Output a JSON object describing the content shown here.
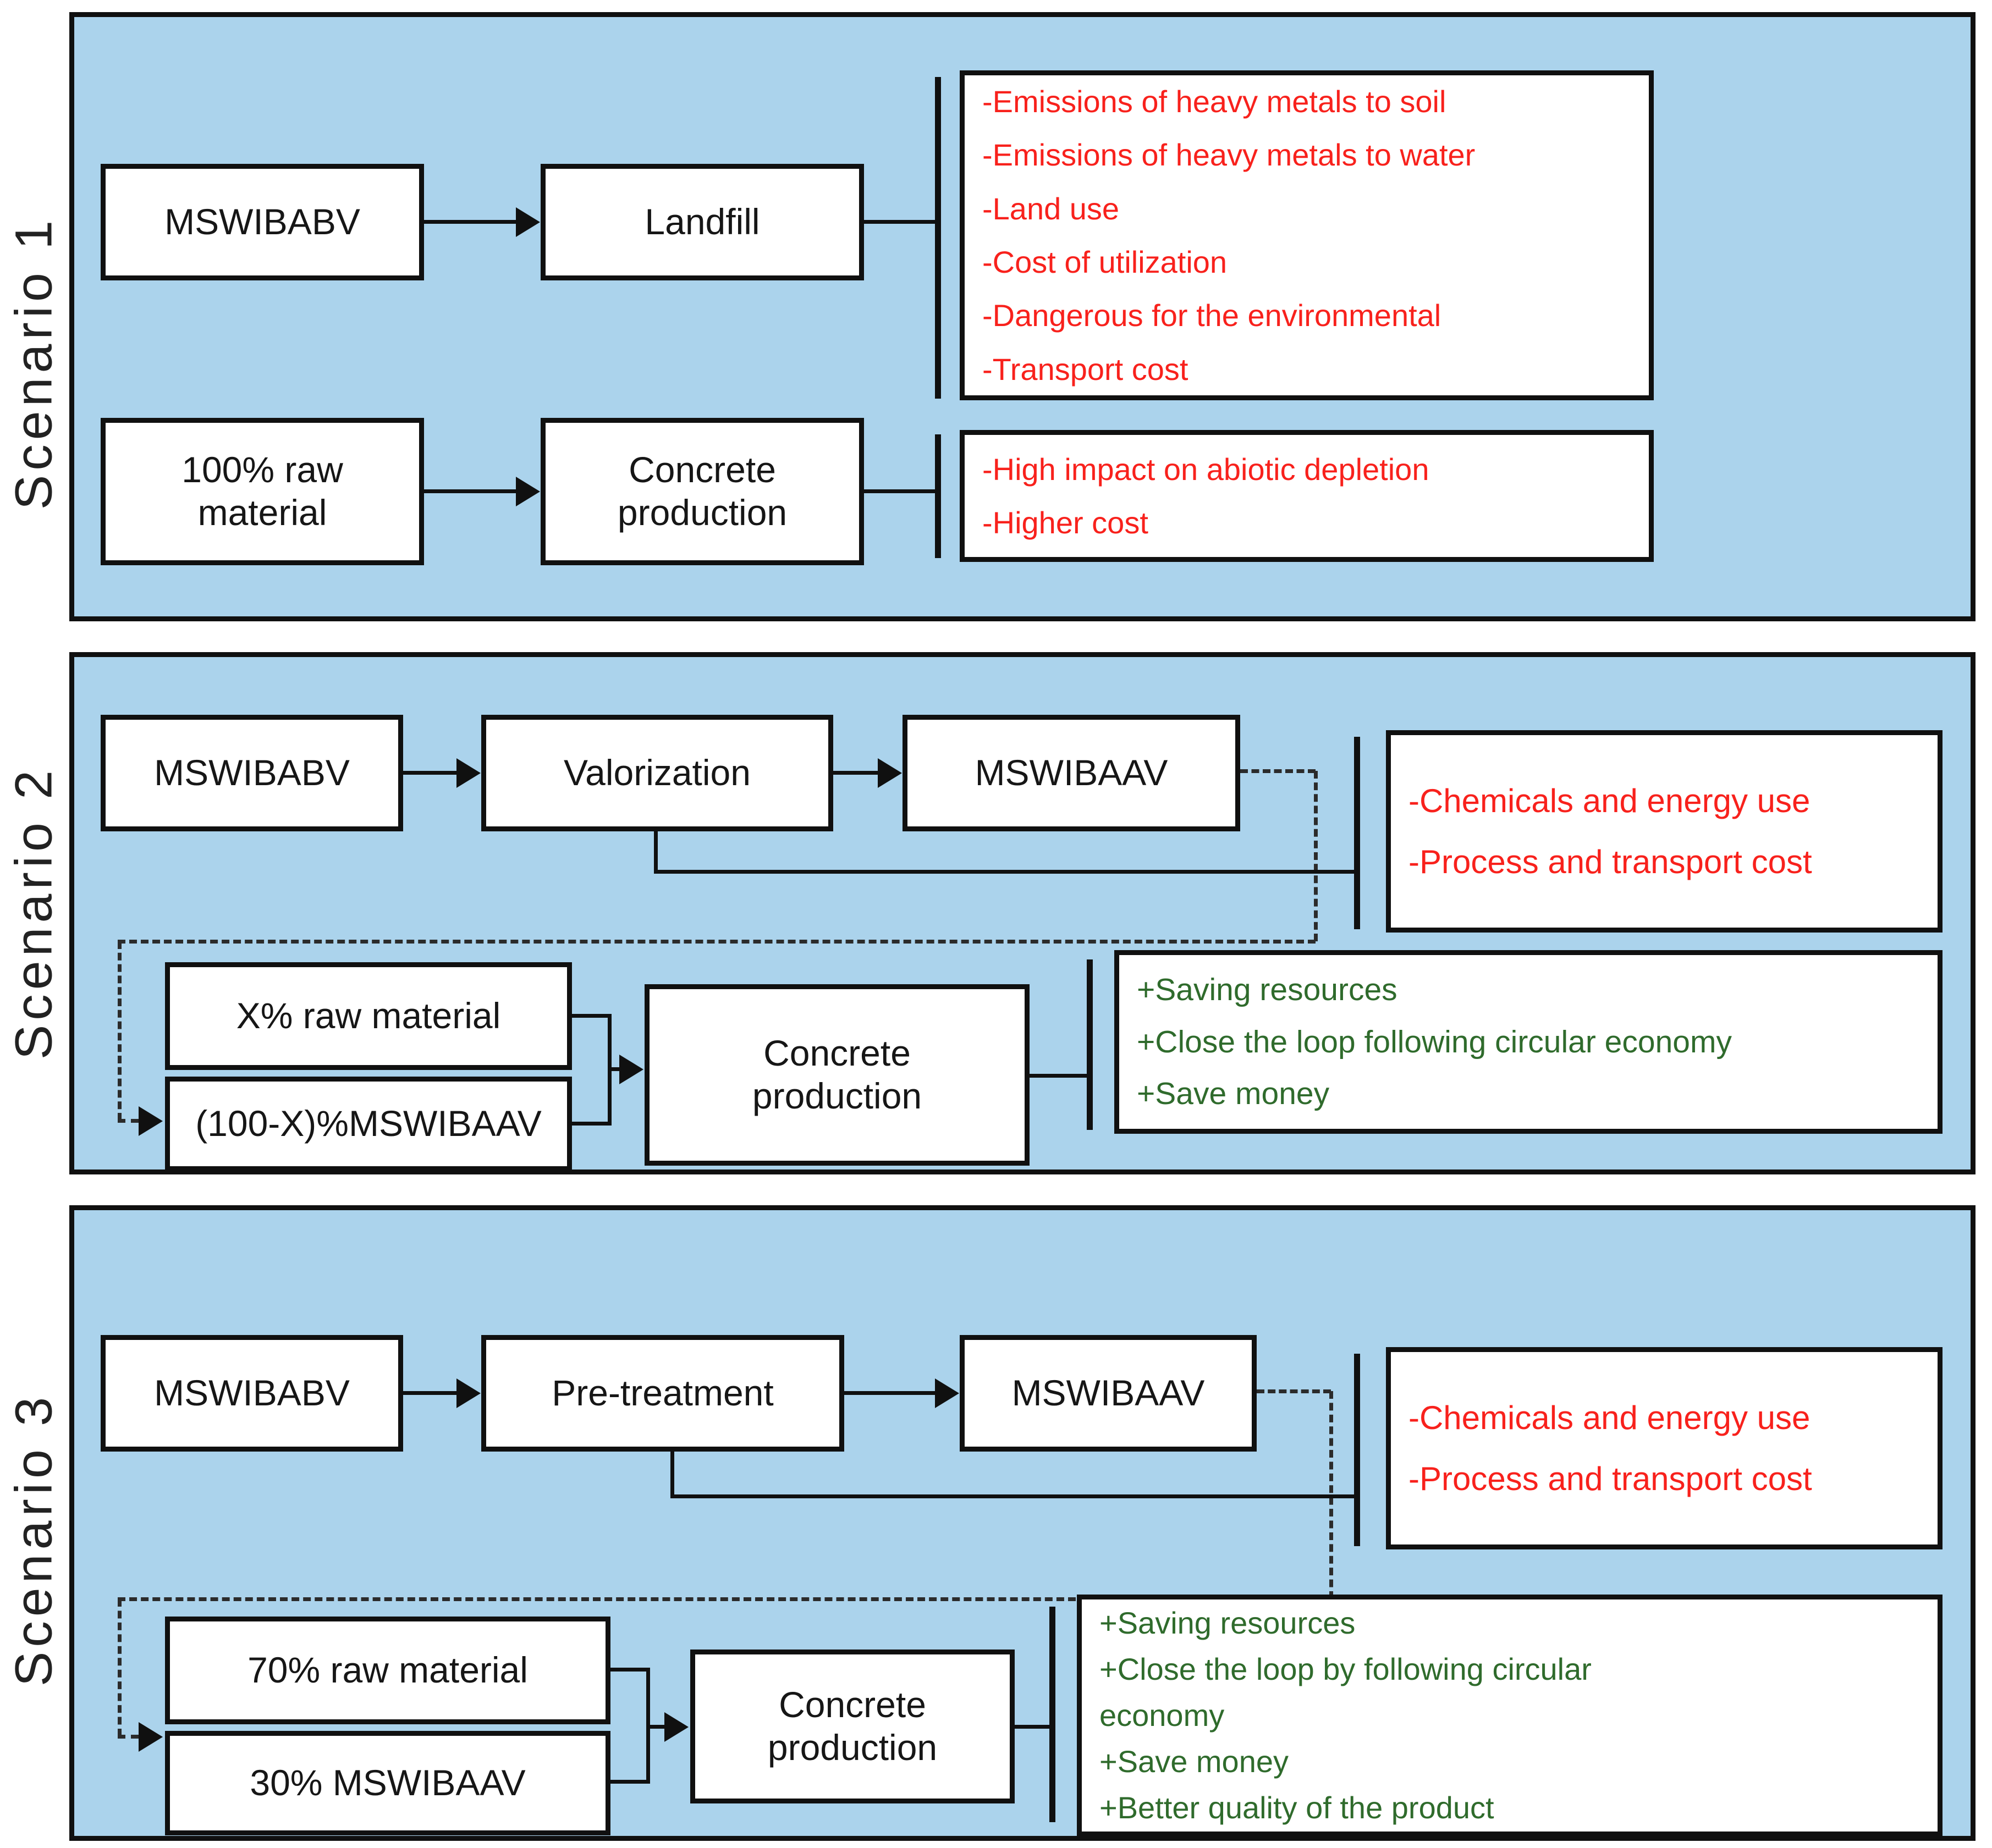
{
  "colors": {
    "panel_bg": "#abd3ec",
    "line_and_border": "#101010",
    "negative_text": "#f8211c",
    "positive_text": "#2f6b2c"
  },
  "scenario1": {
    "label": "Scenario 1",
    "mswibabv": "MSWIBABV",
    "landfill": "Landfill",
    "raw_material": "100% raw material",
    "concrete": "Concrete production",
    "landfill_impacts": [
      "-Emissions of heavy metals to soil",
      "-Emissions of heavy metals to water",
      "-Land use",
      "-Cost of utilization",
      "-Dangerous for the environmental",
      "-Transport cost"
    ],
    "concrete_impacts": [
      "-High impact on abiotic depletion",
      "-Higher cost"
    ]
  },
  "scenario2": {
    "label": "Scenario 2",
    "mswibabv": "MSWIBABV",
    "valorization": "Valorization",
    "mswibaav": "MSWIBAAV",
    "raw_material": "X% raw material",
    "mswibaav_share": "(100-X)%MSWIBAAV",
    "concrete": "Concrete production",
    "drawbacks": [
      "-Chemicals and energy use",
      "-Process and transport cost"
    ],
    "benefits": [
      "+Saving resources",
      "+Close the loop following circular economy",
      "+Save money"
    ]
  },
  "scenario3": {
    "label": "Scenario 3",
    "mswibabv": "MSWIBABV",
    "pretreatment": "Pre-treatment",
    "mswibaav": "MSWIBAAV",
    "raw_material": "70% raw material",
    "mswibaav_share": "30% MSWIBAAV",
    "concrete": "Concrete production",
    "drawbacks": [
      "-Chemicals and energy use",
      "-Process and transport cost"
    ],
    "benefits": [
      "+Saving resources",
      "+Close the loop by following circular economy",
      "+Save money",
      "+Better quality of the product"
    ]
  }
}
